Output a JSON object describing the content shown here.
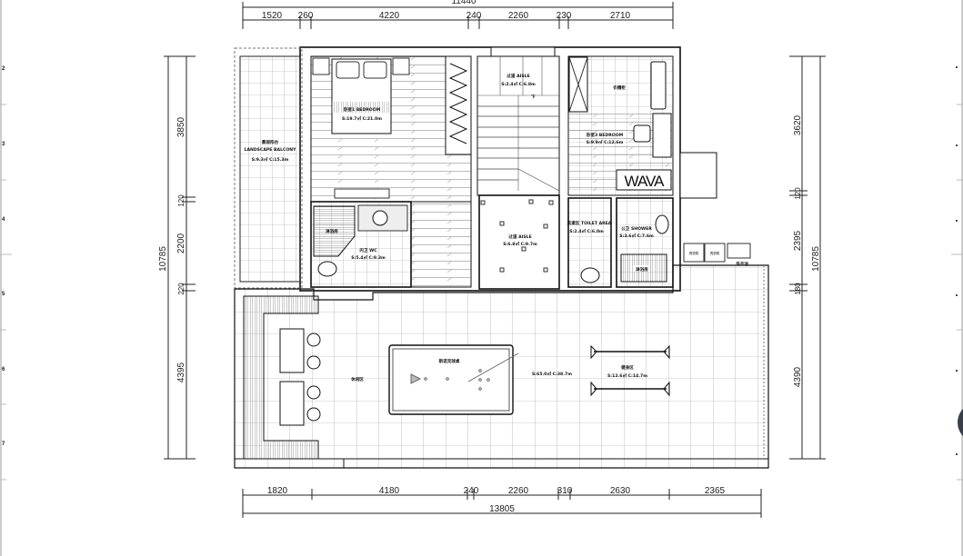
{
  "dimensions": {
    "top_total": "11440",
    "top_segments": [
      "1520",
      "260",
      "4220",
      "240",
      "2260",
      "230",
      "2710"
    ],
    "bottom_total": "13805",
    "bottom_segments": [
      "1820",
      "4180",
      "240",
      "2260",
      "310",
      "2630",
      "2365"
    ],
    "left_total": "10785",
    "left_segments": [
      "3850",
      "120",
      "2200",
      "220",
      "4395"
    ],
    "right_total": "10785",
    "right_segments": [
      "3620",
      "120",
      "2395",
      "180",
      "4390"
    ]
  },
  "ruler": {
    "marks": [
      "2",
      "3",
      "4",
      "5",
      "6",
      "7"
    ]
  },
  "rooms": {
    "balcony": {
      "name_cn": "景观阳台",
      "name_en": "LANDSCAPE BALCONY",
      "stats": "S:9.3㎡ C:15.3m"
    },
    "bedroom1": {
      "name": "卧室1 BEDROOM",
      "stats": "S:19.7㎡ C:21.0m"
    },
    "wc": {
      "name": "内卫 WC",
      "stats": "S:5.4㎡ C:9.3m",
      "shower": "淋浴房"
    },
    "aisle1": {
      "name": "过道 AISLE",
      "stats": "S:2.4㎡ C:6.8m",
      "stair_down": "下"
    },
    "bedroom3": {
      "name": "卧室3 BEDROOM",
      "stats": "S:9.9㎡ C:12.6m",
      "closet": "衣帽柜"
    },
    "aisle2": {
      "name": "过道 AISLE",
      "stats": "S:6.8㎡ C:9.7m"
    },
    "toilet_area": {
      "name": "洗漱区 TOILET AREA",
      "stats": "S:2.4㎡ C:6.0m"
    },
    "shower_room": {
      "name": "公卫 SHOWER",
      "stats": "S:3.6㎡ C:7.6m",
      "shower": "淋浴房"
    },
    "terrace": {
      "lounge": "休闲区",
      "pool_table": "斯诺克球桌",
      "stats": "S:65.0㎡ C:38.7m"
    },
    "gym": {
      "name": "健身区",
      "stats": "S:12.6㎡ C:14.7m"
    },
    "laundry": {
      "washer1": "洗衣机",
      "washer2": "洗衣机",
      "sink": "洗衣池"
    }
  },
  "furniture": {
    "wardrobe_text": "WAVA"
  }
}
